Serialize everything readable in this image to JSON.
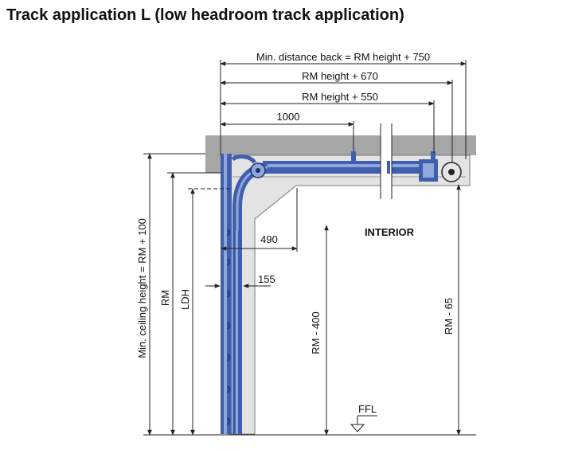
{
  "title": "Track application L (low headroom track application)",
  "labels": {
    "min_distance_back": "Min. distance back = RM height + 750",
    "rm_height_670": "RM height + 670",
    "rm_height_550": "RM height + 550",
    "dim_1000": "1000",
    "dim_490": "490",
    "dim_155": "155",
    "interior": "INTERIOR",
    "min_ceiling_height": "Min. ceiling height = RM + 100",
    "rm": "RM",
    "ldh": "LDH",
    "rm_400": "RM - 400",
    "rm_65": "RM - 65",
    "ffl": "FFL"
  },
  "colors": {
    "ceiling": "#a6a6a6",
    "bracket_fill": "#e3e3e3",
    "door_blue": "#3f5fae",
    "door_light": "#8fa8dc",
    "dim_line": "#222222"
  }
}
